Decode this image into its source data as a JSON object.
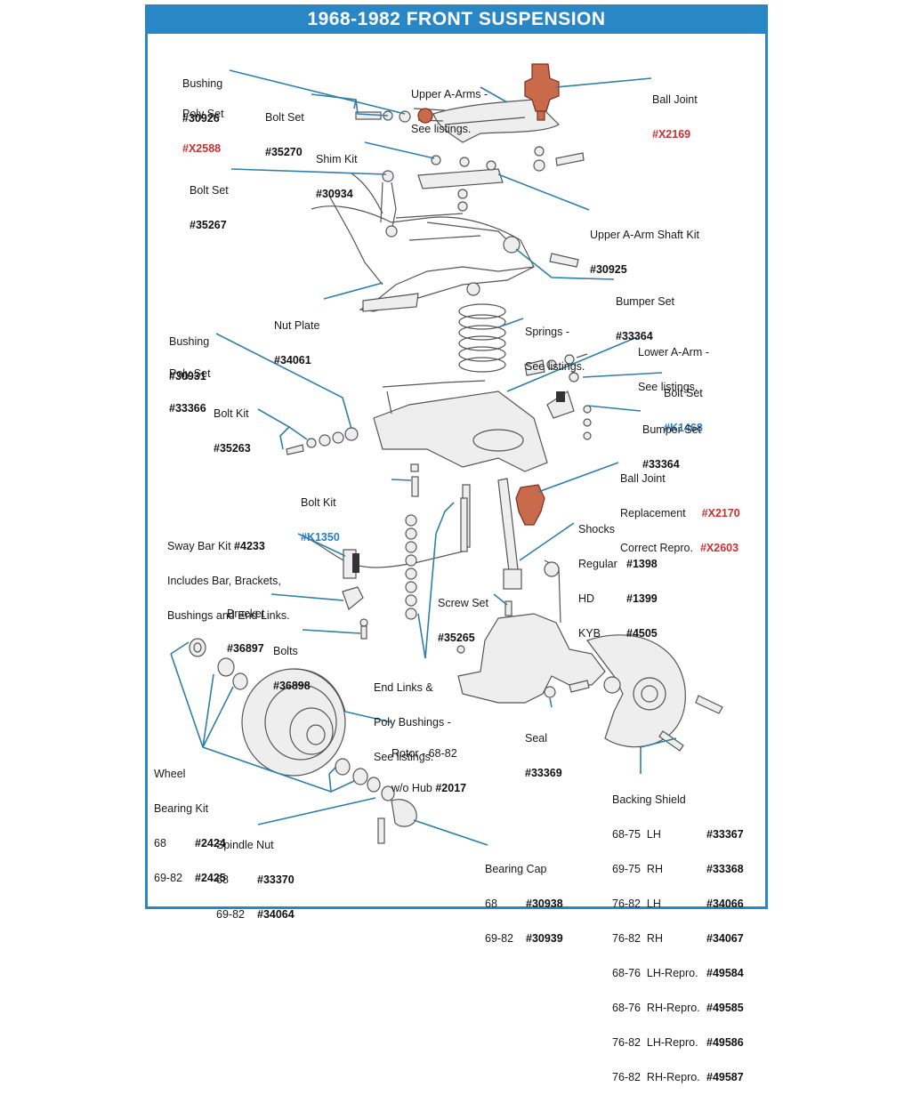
{
  "title": "1968-1982 FRONT SUSPENSION",
  "colors": {
    "frame": "#2a87c6",
    "leader": "#2f7fa5",
    "highlight_red": "#c8312f",
    "highlight_blue": "#2a7cc0"
  },
  "callouts": {
    "bushing_top": {
      "label": "Bushing",
      "part": "#30926"
    },
    "poly_set_top": {
      "label": "Poly Set",
      "part": "#X2588"
    },
    "bolt_set_35270": {
      "label": "Bolt Set",
      "part": "#35270"
    },
    "upper_a_arms": {
      "line1": "Upper A-Arms -",
      "line2": "See listings."
    },
    "ball_joint": {
      "label": "Ball Joint",
      "part": "#X2169"
    },
    "shim_kit": {
      "label": "Shim Kit",
      "part": "#30934"
    },
    "bolt_set_35267": {
      "label": "Bolt Set",
      "part": "#35267"
    },
    "upper_shaft_kit": {
      "label": "Upper A-Arm Shaft Kit",
      "part": "#30925"
    },
    "bumper_set_upper": {
      "label": "Bumper Set",
      "part": "#33364"
    },
    "nut_plate": {
      "label": "Nut Plate",
      "part": "#34061"
    },
    "springs": {
      "line1": "Springs -",
      "line2": "See listings."
    },
    "bushing_lower": {
      "label": "Bushing",
      "part": "#30931"
    },
    "poly_set_lower": {
      "label": "Poly Set",
      "part": "#33366"
    },
    "lower_a_arm": {
      "line1": "Lower A-Arm -",
      "line2": "See listings."
    },
    "bolt_set_k1468": {
      "label": "Bolt Set",
      "part": "#K1468"
    },
    "bolt_kit_35263": {
      "label": "Bolt Kit",
      "part": "#35263"
    },
    "bumper_set_lower": {
      "label": "Bumper Set",
      "part": "#33364"
    },
    "ball_joint_repl": {
      "line1": "Ball Joint",
      "line2": "Replacement",
      "line3": "Correct Repro.",
      "part1": "#X2170",
      "part2": "#X2603"
    },
    "bolt_kit_k1350": {
      "label": "Bolt Kit",
      "part": "#K1350"
    },
    "shocks": {
      "label": "Shocks",
      "rows": [
        {
          "name": "Regular",
          "part": "#1398"
        },
        {
          "name": "HD",
          "part": "#1399"
        },
        {
          "name": "KYB",
          "part": "#4505"
        }
      ]
    },
    "sway_bar": {
      "line1": "Sway Bar Kit",
      "part": "#4233",
      "line2": "Includes Bar, Brackets,",
      "line3": "Bushings and End Links."
    },
    "screw_set": {
      "label": "Screw Set",
      "part": "#35265"
    },
    "bracket": {
      "label": "Bracket",
      "part": "#36897"
    },
    "bolts": {
      "label": "Bolts",
      "part": "#36898"
    },
    "end_links": {
      "line1": "End Links &",
      "line2": "Poly Bushings -",
      "line3": "See listings."
    },
    "seal": {
      "label": "Seal",
      "part": "#33369"
    },
    "rotor": {
      "line1": "Rotor - 68-82",
      "line2": "w/o Hub",
      "part": "#2017"
    },
    "wheel_bearing": {
      "line1": "Wheel",
      "line2": "Bearing Kit",
      "rows": [
        {
          "name": "68",
          "part": "#2424"
        },
        {
          "name": "69-82",
          "part": "#2425"
        }
      ]
    },
    "backing_shield": {
      "label": "Backing Shield",
      "rows": [
        {
          "name": "68-75  LH",
          "part": "#33367"
        },
        {
          "name": "69-75  RH",
          "part": "#33368"
        },
        {
          "name": "76-82  LH",
          "part": "#34066"
        },
        {
          "name": "76-82  RH",
          "part": "#34067"
        },
        {
          "name": "68-76  LH-Repro.",
          "part": "#49584"
        },
        {
          "name": "68-76  RH-Repro.",
          "part": "#49585"
        },
        {
          "name": "76-82  LH-Repro.",
          "part": "#49586"
        },
        {
          "name": "76-82  RH-Repro.",
          "part": "#49587"
        }
      ]
    },
    "spindle_nut": {
      "label": "Spindle Nut",
      "rows": [
        {
          "name": "68",
          "part": "#33370"
        },
        {
          "name": "69-82",
          "part": "#34064"
        }
      ]
    },
    "bearing_cap": {
      "label": "Bearing Cap",
      "rows": [
        {
          "name": "68",
          "part": "#30938"
        },
        {
          "name": "69-82",
          "part": "#30939"
        }
      ]
    }
  }
}
